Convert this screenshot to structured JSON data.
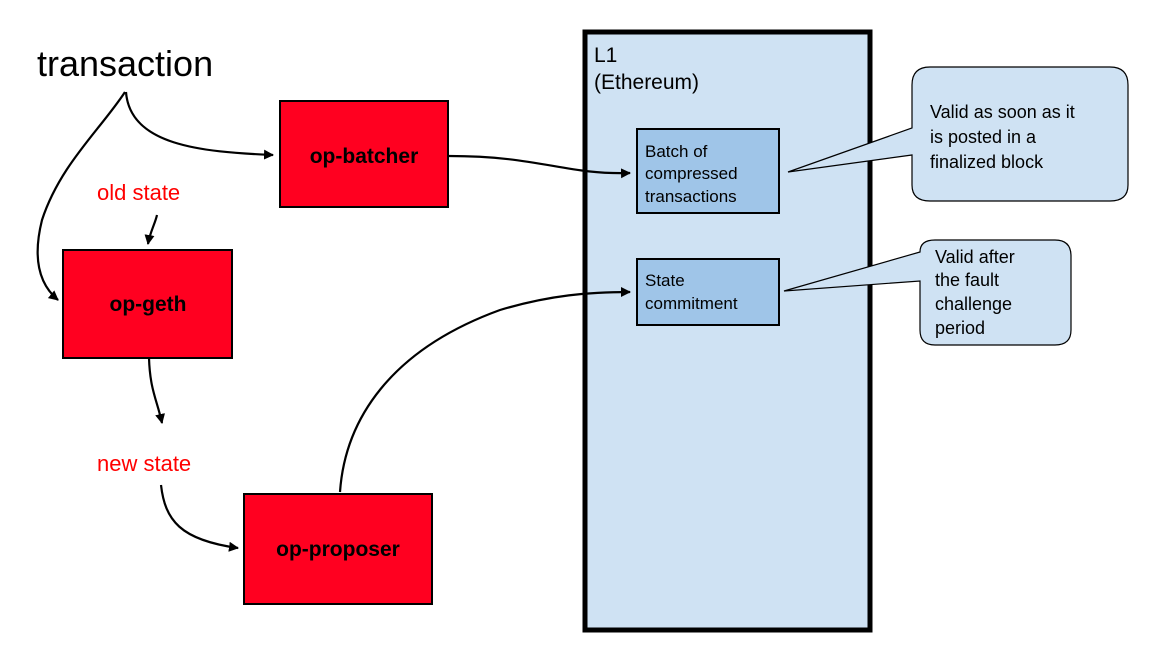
{
  "diagram": {
    "input_label": "transaction",
    "components": {
      "batcher": "op-batcher",
      "geth": "op-geth",
      "proposer": "op-proposer"
    },
    "states": {
      "old": "old state",
      "new": "new state"
    },
    "l1": {
      "line1": "L1",
      "line2": "(Ethereum)"
    },
    "l1_items": {
      "batch": [
        "Batch of",
        "compressed",
        "transactions"
      ],
      "commitment": [
        "State",
        "commitment"
      ]
    },
    "callouts": {
      "batch_validity": [
        "Valid as soon as it",
        "is posted in a",
        "finalized block"
      ],
      "commitment_validity": [
        "Valid after",
        "the fault",
        "challenge",
        "period"
      ]
    },
    "colors": {
      "component_fill": "#ff0020",
      "state_text": "#ff0000",
      "l1_fill": "#cfe2f3",
      "l1_item_fill": "#9fc5e8",
      "callout_fill": "#cfe2f3",
      "stroke": "#000000"
    }
  }
}
